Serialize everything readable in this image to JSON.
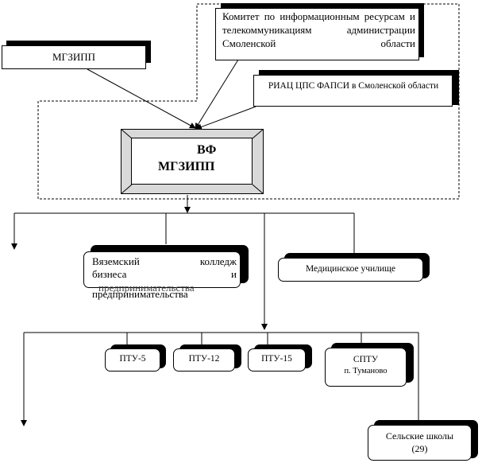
{
  "nodes": {
    "mgzipp": "МГЗИПП",
    "committee": "Комитет по информационным ресурсам и телекоммуникациям администрации Смоленской области",
    "riac": "РИАЦ ЦПС ФАПСИ в Смоленской области",
    "vf_line1": "ВФ",
    "vf_line2": "МГЗИПП",
    "vyazma_line1": "Вяземский колледж",
    "vyazma_line2": "бизнеса и",
    "vyazma_line3": "предпринимательства",
    "vyazma_ghost": "предпринимательства",
    "medical": "Медицинское училище",
    "ptu5": "ПТУ-5",
    "ptu12": "ПТУ-12",
    "ptu15": "ПТУ-15",
    "sptu_line1": "СПТУ",
    "sptu_line2": "п. Туманово",
    "rural_line1": "Сельские школы",
    "rural_line2": "(29)"
  }
}
